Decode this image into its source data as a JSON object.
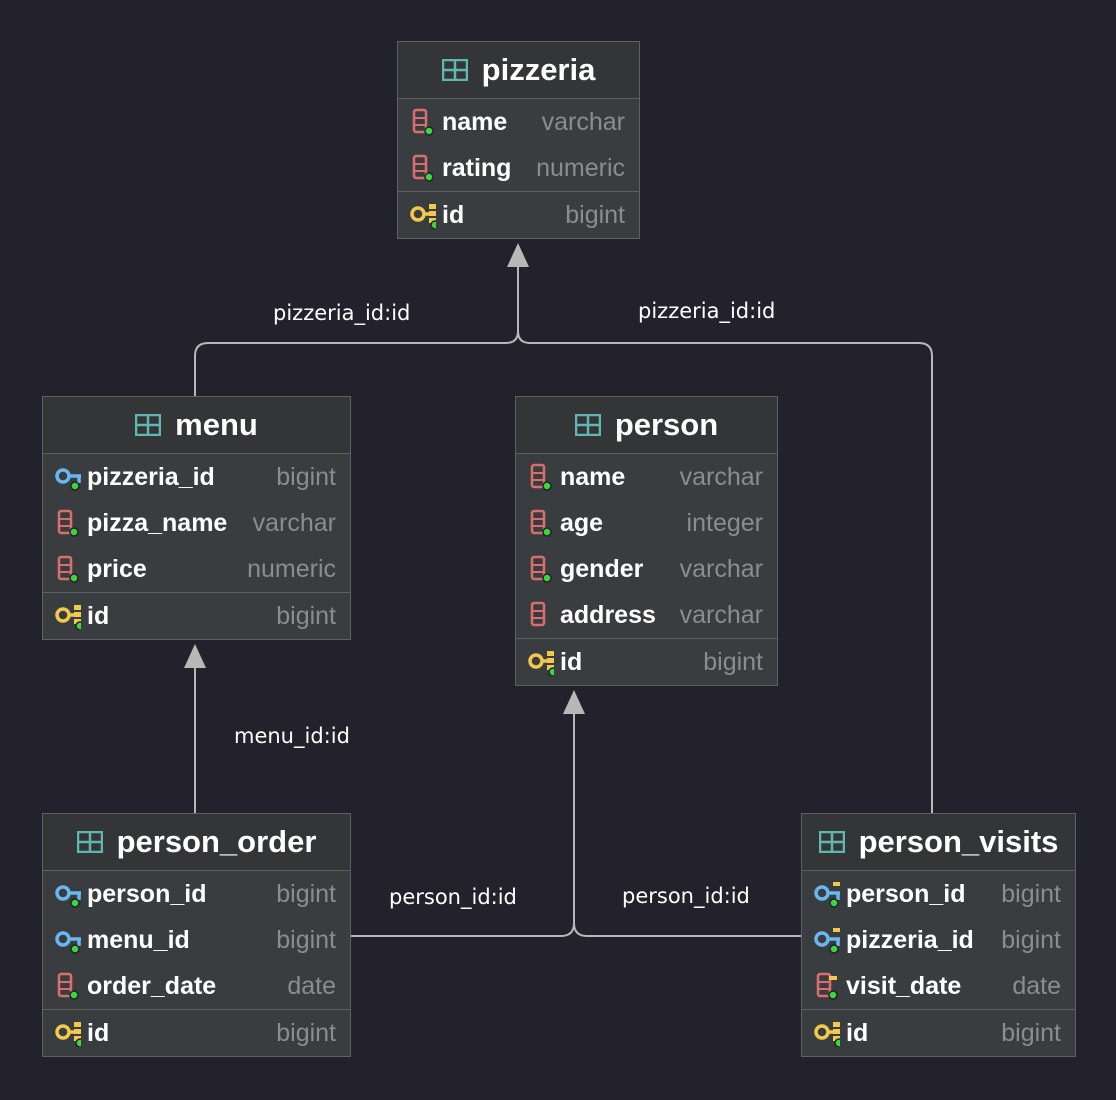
{
  "colors": {
    "background": "#23222c",
    "table_icon": "#5fb8b0",
    "column_icon": "#d96e6e",
    "primary_key": "#f2c94c",
    "foreign_key": "#69b7f0",
    "not_null_dot": "#3ad83a",
    "line": "#b8b8b8"
  },
  "tables": {
    "pizzeria": {
      "name": "pizzeria",
      "columns": [
        {
          "name": "name",
          "type": "varchar"
        },
        {
          "name": "rating",
          "type": "numeric"
        }
      ],
      "key": {
        "name": "id",
        "type": "bigint"
      }
    },
    "menu": {
      "name": "menu",
      "columns": [
        {
          "name": "pizzeria_id",
          "type": "bigint"
        },
        {
          "name": "pizza_name",
          "type": "varchar"
        },
        {
          "name": "price",
          "type": "numeric"
        }
      ],
      "key": {
        "name": "id",
        "type": "bigint"
      }
    },
    "person": {
      "name": "person",
      "columns": [
        {
          "name": "name",
          "type": "varchar"
        },
        {
          "name": "age",
          "type": "integer"
        },
        {
          "name": "gender",
          "type": "varchar"
        },
        {
          "name": "address",
          "type": "varchar"
        }
      ],
      "key": {
        "name": "id",
        "type": "bigint"
      }
    },
    "person_order": {
      "name": "person_order",
      "columns": [
        {
          "name": "person_id",
          "type": "bigint"
        },
        {
          "name": "menu_id",
          "type": "bigint"
        },
        {
          "name": "order_date",
          "type": "date"
        }
      ],
      "key": {
        "name": "id",
        "type": "bigint"
      }
    },
    "person_visits": {
      "name": "person_visits",
      "columns": [
        {
          "name": "person_id",
          "type": "bigint"
        },
        {
          "name": "pizzeria_id",
          "type": "bigint"
        },
        {
          "name": "visit_date",
          "type": "date"
        }
      ],
      "key": {
        "name": "id",
        "type": "bigint"
      }
    }
  },
  "relations": {
    "menu_pizzeria": "pizzeria_id:id",
    "visits_pizzeria": "pizzeria_id:id",
    "order_menu": "menu_id:id",
    "order_person": "person_id:id",
    "visits_person": "person_id:id"
  }
}
